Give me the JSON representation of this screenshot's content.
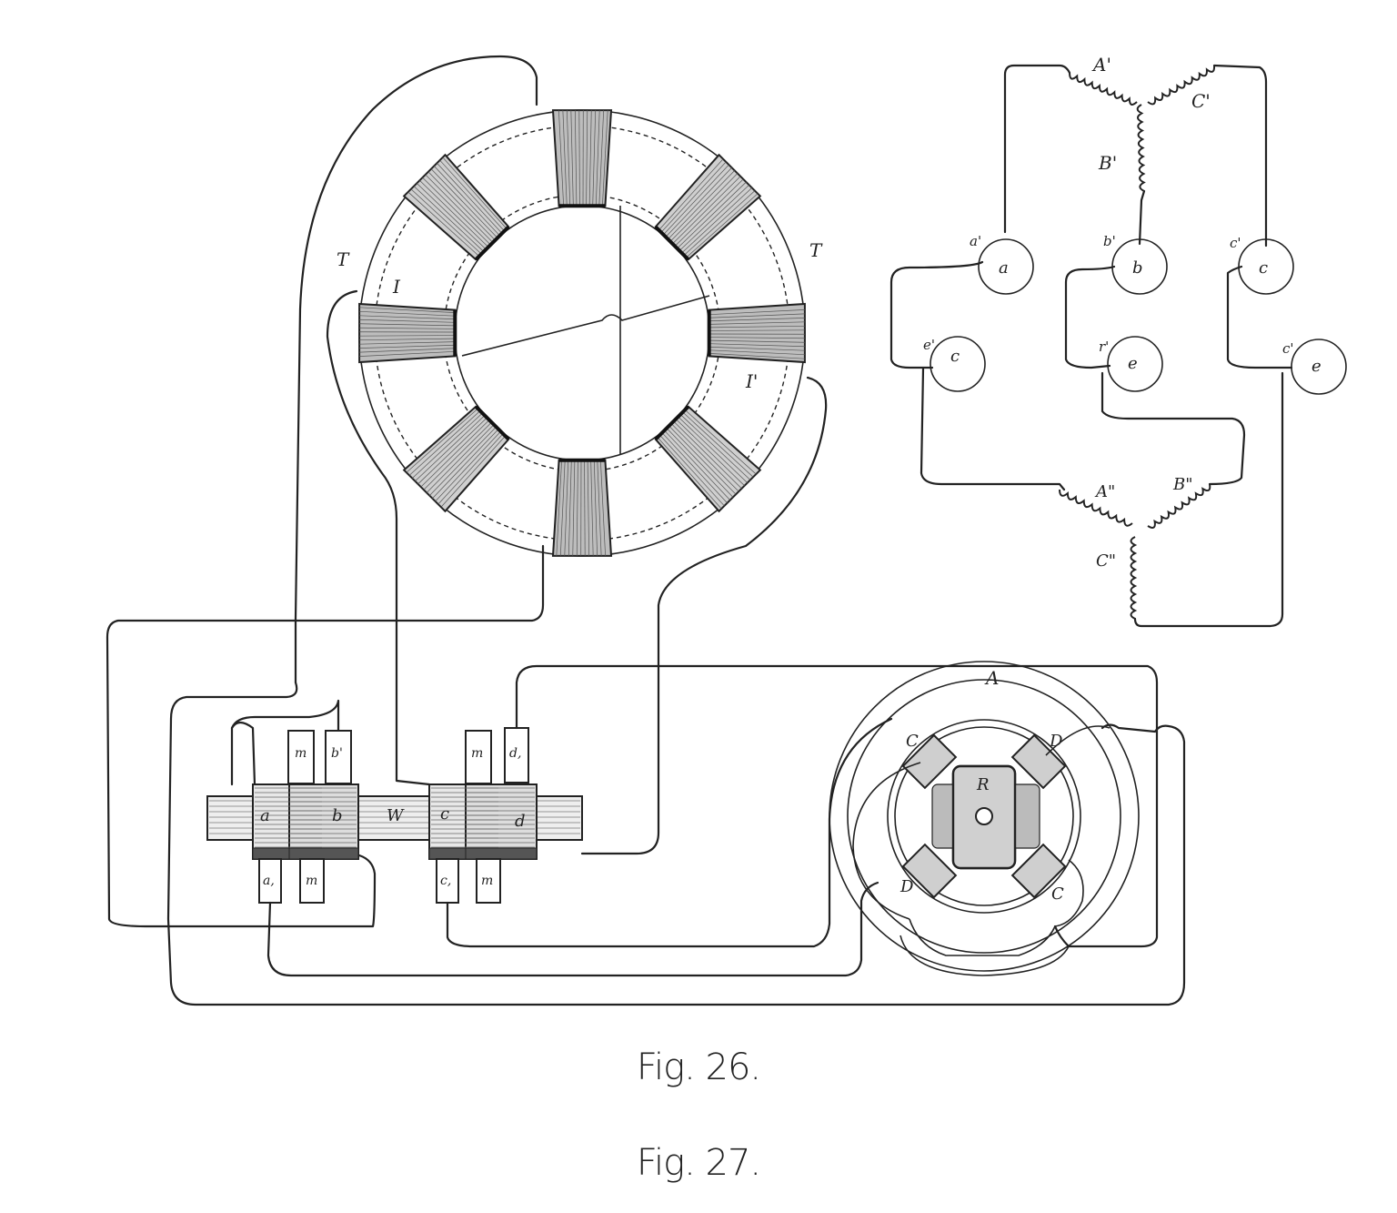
{
  "captions": {
    "fig26": "Fig. 26.",
    "fig27": "Fig. 27."
  },
  "labels": {
    "ring_T_left": "T",
    "ring_T_right": "T",
    "ring_I_left": "I",
    "ring_I_right": "I'",
    "delta_A1": "A'",
    "delta_C1": "C'",
    "delta_B1": "B'",
    "delta_A2": "A\"",
    "delta_B2": "B\"",
    "delta_C2": "C\"",
    "gen_a": "a",
    "gen_b": "b",
    "gen_c": "c",
    "gen_a_prime": "a'",
    "gen_b_prime": "b'",
    "gen_c_prime": "c'",
    "gen_e1": "c",
    "gen_e2": "e",
    "gen_e3": "e",
    "gen_e1_prime": "e'",
    "gen_e2_prime": "r'",
    "gen_e3_prime": "c'",
    "shaft_a": "a",
    "shaft_b": "b",
    "shaft_c": "c",
    "shaft_d": "d",
    "shaft_W": "W",
    "brush_m1": "m",
    "brush_b1": "b'",
    "brush_m2": "m",
    "brush_d1": "d,",
    "brush_a1": "a,",
    "brush_m3": "m",
    "brush_c1": "c,",
    "brush_m4": "m",
    "motor_A": "A",
    "motor_C_top": "C",
    "motor_D_top": "D",
    "motor_D_bottom": "D",
    "motor_C_bottom": "C",
    "motor_R": "R"
  }
}
